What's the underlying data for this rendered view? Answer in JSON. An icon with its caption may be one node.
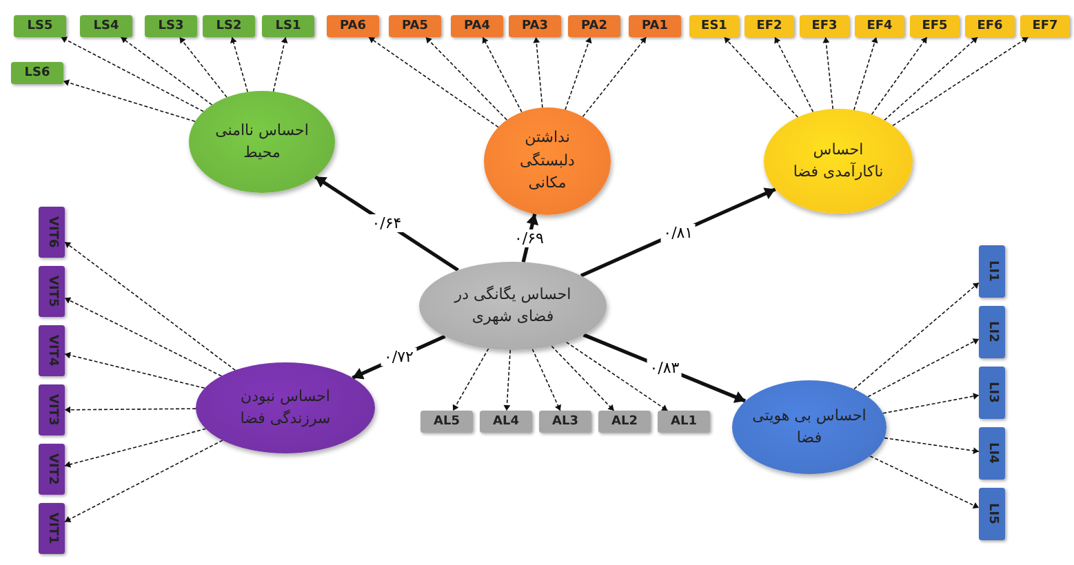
{
  "diagram": {
    "nodes": [
      {
        "text": [
          "LS5"
        ]
      },
      {
        "text": [
          "LS4"
        ]
      },
      {
        "text": [
          "LS3"
        ]
      },
      {
        "text": [
          "LS2"
        ]
      },
      {
        "text": [
          "LS1"
        ]
      },
      {
        "text": [
          "LS6"
        ]
      },
      {
        "text": [
          "PA6"
        ]
      },
      {
        "text": [
          "PA5"
        ]
      },
      {
        "text": [
          "PA4"
        ]
      },
      {
        "text": [
          "PA3"
        ]
      },
      {
        "text": [
          "PA2"
        ]
      },
      {
        "text": [
          "PA1"
        ]
      },
      {
        "text": [
          "ES1"
        ]
      },
      {
        "text": [
          "EF2"
        ]
      },
      {
        "text": [
          "EF3"
        ]
      },
      {
        "text": [
          "EF4"
        ]
      },
      {
        "text": [
          "EF5"
        ]
      },
      {
        "text": [
          "EF6"
        ]
      },
      {
        "text": [
          "EF7"
        ]
      },
      {
        "text": [
          "احساس ناامنی محیط"
        ]
      },
      {
        "text": [
          "نداشتن دلبستگی مکانی"
        ]
      },
      {
        "text": [
          "احساس ناکارآمدی فضا"
        ]
      },
      {
        "text": [
          "احساس یگانگی در فضای شهری"
        ]
      },
      {
        "text": [
          "احساس نبودن سرزندگی فضا"
        ]
      },
      {
        "text": [
          "احساس بی هویتی فضا"
        ]
      },
      {
        "text": [
          "VIT6"
        ]
      },
      {
        "text": [
          "VIT5"
        ]
      },
      {
        "text": [
          "VIT4"
        ]
      },
      {
        "text": [
          "VIT3"
        ]
      },
      {
        "text": [
          "VIT2"
        ]
      },
      {
        "text": [
          "VIT1"
        ]
      },
      {
        "text": [
          "LI1"
        ]
      },
      {
        "text": [
          "LI2"
        ]
      },
      {
        "text": [
          "LI3"
        ]
      },
      {
        "text": [
          "LI4"
        ]
      },
      {
        "text": [
          "LI5"
        ]
      },
      {
        "text": [
          "AL5"
        ]
      },
      {
        "text": [
          "AL4"
        ]
      },
      {
        "text": [
          "AL3"
        ]
      },
      {
        "text": [
          "AL2"
        ]
      },
      {
        "text": [
          "AL1"
        ]
      }
    ],
    "edges": [
      {
        "from": 22,
        "to": 19,
        "arrow": "to",
        "style": "thick",
        "label": "۰/۶۴"
      },
      {
        "from": 22,
        "to": 20,
        "arrow": "to",
        "style": "thick",
        "label": "۰/۶۹"
      },
      {
        "from": 22,
        "to": 21,
        "arrow": "to",
        "style": "thick",
        "label": "۰/۸۱"
      },
      {
        "from": 22,
        "to": 23,
        "arrow": "to",
        "style": "thick",
        "label": "۰/۷۲"
      },
      {
        "from": 22,
        "to": 24,
        "arrow": "to",
        "style": "thick",
        "label": "۰/۸۳"
      },
      {
        "from": 19,
        "to": 0,
        "arrow": "to",
        "style": "dashed"
      },
      {
        "from": 19,
        "to": 1,
        "arrow": "to",
        "style": "dashed"
      },
      {
        "from": 19,
        "to": 2,
        "arrow": "to",
        "style": "dashed"
      },
      {
        "from": 19,
        "to": 3,
        "arrow": "to",
        "style": "dashed"
      },
      {
        "from": 19,
        "to": 4,
        "arrow": "to",
        "style": "dashed"
      },
      {
        "from": 19,
        "to": 5,
        "arrow": "to",
        "style": "dashed"
      },
      {
        "from": 20,
        "to": 6,
        "arrow": "to",
        "style": "dashed"
      },
      {
        "from": 20,
        "to": 7,
        "arrow": "to",
        "style": "dashed"
      },
      {
        "from": 20,
        "to": 8,
        "arrow": "to",
        "style": "dashed"
      },
      {
        "from": 20,
        "to": 9,
        "arrow": "to",
        "style": "dashed"
      },
      {
        "from": 20,
        "to": 10,
        "arrow": "to",
        "style": "dashed"
      },
      {
        "from": 20,
        "to": 11,
        "arrow": "to",
        "style": "dashed"
      },
      {
        "from": 21,
        "to": 12,
        "arrow": "to",
        "style": "dashed"
      },
      {
        "from": 21,
        "to": 13,
        "arrow": "to",
        "style": "dashed"
      },
      {
        "from": 21,
        "to": 14,
        "arrow": "to",
        "style": "dashed"
      },
      {
        "from": 21,
        "to": 15,
        "arrow": "to",
        "style": "dashed"
      },
      {
        "from": 21,
        "to": 16,
        "arrow": "to",
        "style": "dashed"
      },
      {
        "from": 21,
        "to": 17,
        "arrow": "to",
        "style": "dashed"
      },
      {
        "from": 21,
        "to": 18,
        "arrow": "to",
        "style": "dashed"
      },
      {
        "from": 23,
        "to": 25,
        "arrow": "to",
        "style": "dashed"
      },
      {
        "from": 23,
        "to": 26,
        "arrow": "to",
        "style": "dashed"
      },
      {
        "from": 23,
        "to": 27,
        "arrow": "to",
        "style": "dashed"
      },
      {
        "from": 23,
        "to": 28,
        "arrow": "to",
        "style": "dashed"
      },
      {
        "from": 23,
        "to": 29,
        "arrow": "to",
        "style": "dashed"
      },
      {
        "from": 23,
        "to": 30,
        "arrow": "to",
        "style": "dashed"
      },
      {
        "from": 24,
        "to": 31,
        "arrow": "to",
        "style": "dashed"
      },
      {
        "from": 24,
        "to": 32,
        "arrow": "to",
        "style": "dashed"
      },
      {
        "from": 24,
        "to": 33,
        "arrow": "to",
        "style": "dashed"
      },
      {
        "from": 24,
        "to": 34,
        "arrow": "to",
        "style": "dashed"
      },
      {
        "from": 24,
        "to": 35,
        "arrow": "to",
        "style": "dashed"
      },
      {
        "from": 22,
        "to": 36,
        "arrow": "to",
        "style": "dashed"
      },
      {
        "from": 22,
        "to": 37,
        "arrow": "to",
        "style": "dashed"
      },
      {
        "from": 22,
        "to": 38,
        "arrow": "to",
        "style": "dashed"
      },
      {
        "from": 22,
        "to": 39,
        "arrow": "to",
        "style": "dashed"
      },
      {
        "from": 22,
        "to": 40,
        "arrow": "to",
        "style": "dashed"
      }
    ]
  }
}
